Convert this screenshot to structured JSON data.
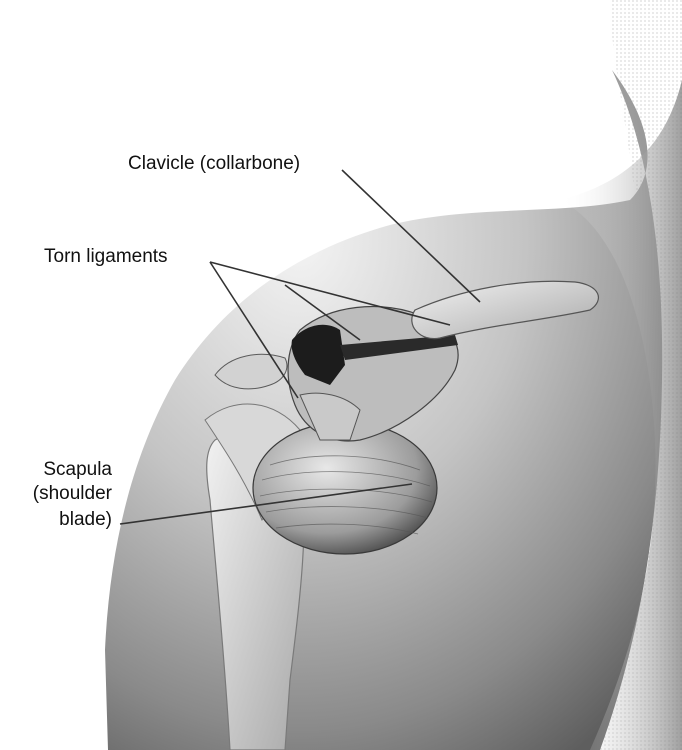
{
  "labels": {
    "clavicle": "Clavicle (collarbone)",
    "torn_ligaments": "Torn ligaments",
    "scapula_line1": "Scapula",
    "scapula_line2": "(shoulder",
    "scapula_line3": "blade)"
  },
  "colors": {
    "background": "#ffffff",
    "skin_light": "#eeeeee",
    "skin_dark": "#6e6e6e",
    "bone": "#cfcfcf",
    "ligament_dark": "#222222",
    "leader_line": "#333333",
    "text": "#111111"
  }
}
